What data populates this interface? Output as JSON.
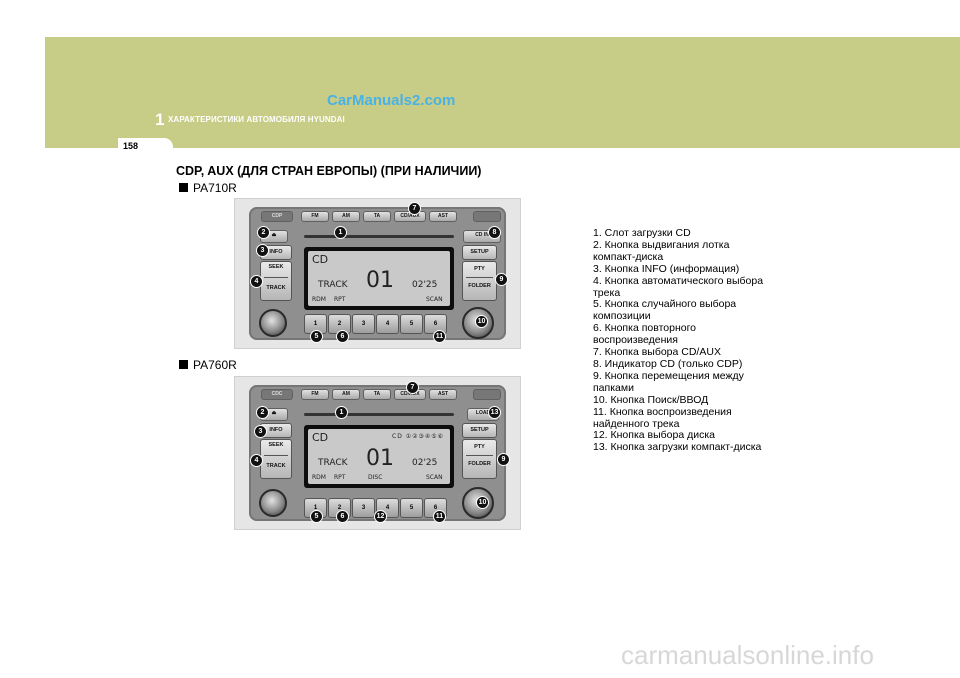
{
  "header": {
    "chapter_number": "1",
    "chapter_title": "ХАРАКТЕРИСТИКИ АВТОМОБИЛЯ HYUNDAI",
    "page_number": "158",
    "watermark": "CarManuals2.com"
  },
  "section_title": "CDP, AUX (ДЛЯ СТРАН ЕВРОПЫ) (ПРИ НАЛИЧИИ)",
  "models": [
    {
      "label": "PA710R",
      "top_buttons": [
        "FM",
        "AM",
        "TA",
        "CD/AUX",
        "AST"
      ],
      "left_buttons": [
        "INFO",
        "SEEK",
        "TRACK"
      ],
      "right_buttons": [
        "SETUP",
        "PTY",
        "FOLDER"
      ],
      "right_top": "CD IN",
      "lcd": {
        "source": "CD",
        "track_label": "TRACK",
        "track": "01",
        "time": "02'25",
        "rdm": "RDM",
        "rpt": "RPT",
        "scan": "SCAN",
        "disc": ""
      },
      "presets": [
        "1",
        "2",
        "3",
        "4",
        "5",
        "6"
      ],
      "callouts": [
        "1",
        "2",
        "3",
        "4",
        "5",
        "6",
        "7",
        "8",
        "9",
        "10",
        "11"
      ]
    },
    {
      "label": "PA760R",
      "top_buttons": [
        "FM",
        "AM",
        "TA",
        "CD/AUX",
        "AST"
      ],
      "left_buttons": [
        "INFO",
        "SEEK",
        "TRACK"
      ],
      "right_buttons": [
        "SETUP",
        "PTY",
        "FOLDER"
      ],
      "right_top": "LOAD",
      "lcd": {
        "source": "CD",
        "track_label": "TRACK",
        "track": "01",
        "time": "02'25",
        "rdm": "RDM",
        "rpt": "RPT",
        "scan": "SCAN",
        "disc": "DISC"
      },
      "presets": [
        "1",
        "2",
        "3",
        "4",
        "5",
        "6"
      ],
      "callouts": [
        "1",
        "2",
        "3",
        "4",
        "5",
        "6",
        "7",
        "9",
        "10",
        "11",
        "12",
        "13"
      ]
    }
  ],
  "legend": [
    "1. Слот загрузки CD",
    "2.  Кнопка выдвигания лотка",
    "      компакт-диска",
    "3. Кнопка INFO (информация)",
    "4.  Кнопка автоматического выбора",
    "      трека",
    "5.  Кнопка случайного выбора",
    "      композиции",
    "6.  Кнопка повторного",
    "      воспроизведения",
    "7. Кнопка выбора CD/AUX",
    "8. Индикатор CD (только CDP)",
    "9.  Кнопка перемещения между",
    "      папками",
    "10. Кнопка Поиск/ВВОД",
    "11. Кнопка воспроизведения",
    "         найденного трека",
    "12. Кнопка выбора диска",
    "13. Кнопка загрузки компакт-диска"
  ],
  "footer_watermark": "carmanualsonline.info",
  "colors": {
    "header_band": "#c7cc86",
    "watermark_blue": "#49b2e6"
  }
}
